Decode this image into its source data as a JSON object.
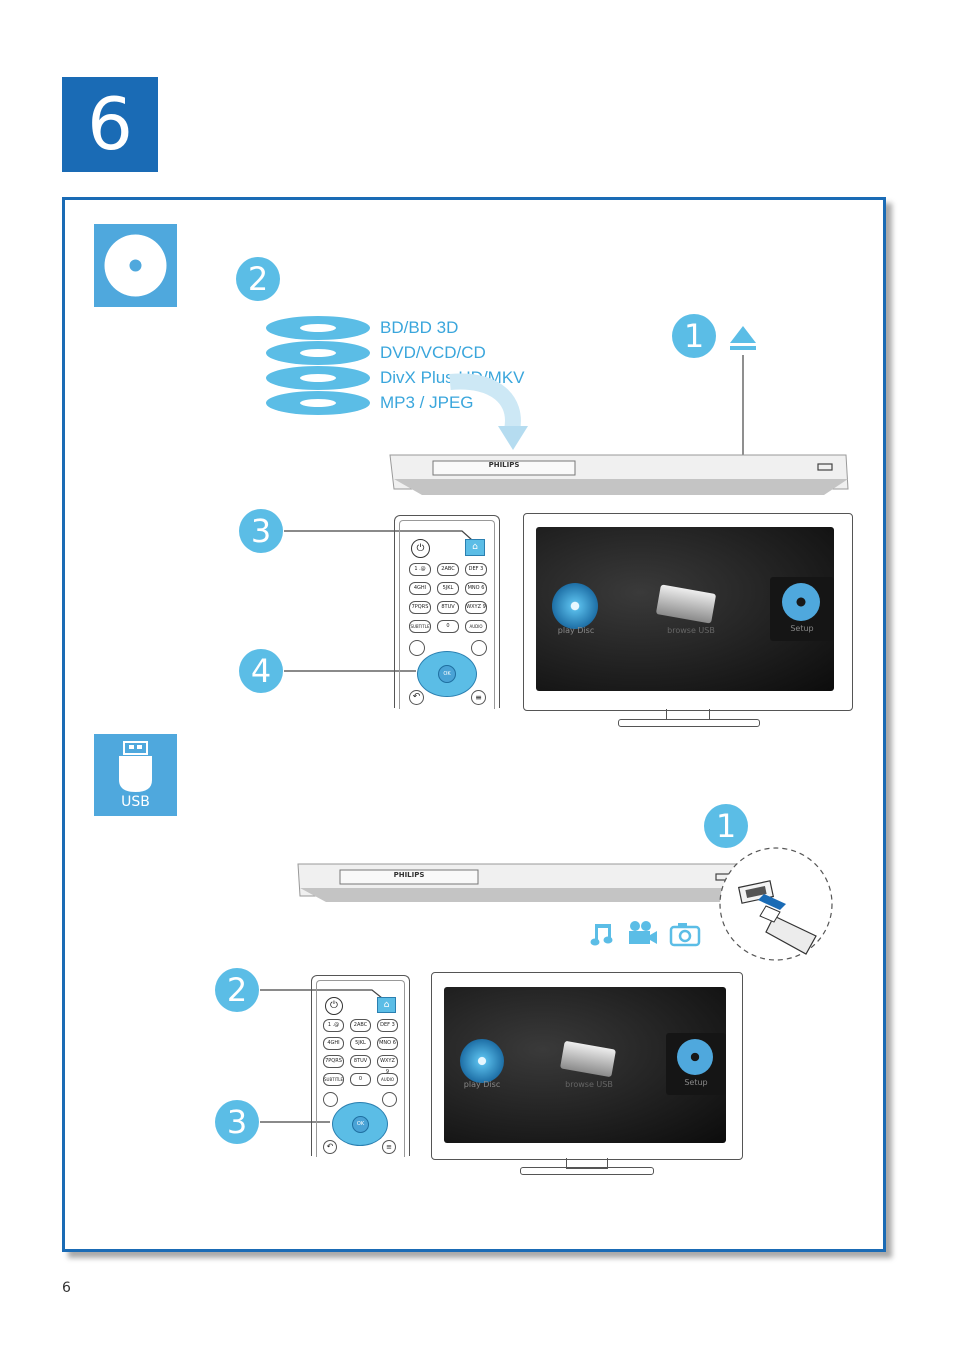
{
  "page": {
    "step_number": "6",
    "page_number": "6"
  },
  "disc_section": {
    "step_eject": "1",
    "step_insert": "2",
    "step_home": "3",
    "step_navigate": "4",
    "disc_types": [
      "BD/BD 3D",
      "DVD/VCD/CD",
      "DivX Plus HD/MKV",
      "MP3 / JPEG"
    ]
  },
  "usb_section": {
    "icon_label": "USB",
    "step_insert": "1",
    "step_home": "2",
    "step_navigate": "3"
  },
  "device": {
    "brand": "PHILIPS"
  },
  "remote": {
    "keys": [
      "1 .@",
      "2ABC",
      "DEF 3",
      "4GHI",
      "5JKL",
      "MNO 6",
      "7PQRS",
      "8TUV",
      "WXYZ 9",
      "SUBTITLE",
      "0",
      "AUDIO"
    ],
    "ok_label": "OK"
  },
  "tv_menu": {
    "items": [
      "play Disc",
      "browse USB",
      "Setup"
    ]
  },
  "colors": {
    "accent": "#1a6bb5",
    "light_blue": "#5bbde6"
  }
}
